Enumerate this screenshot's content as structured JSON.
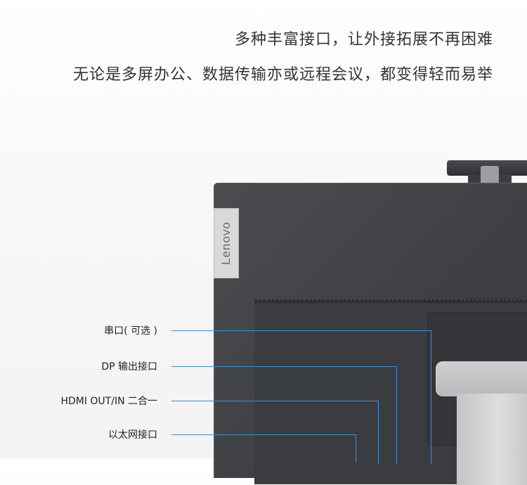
{
  "headline": {
    "line1": "多种丰富接口，让外接拓展不再困难",
    "line2": "无论是多屏办公、数据传输亦或远程会议，都变得轻而易举"
  },
  "product": {
    "logo": "Lenovo"
  },
  "ports": [
    {
      "label": "串口( 可选 )"
    },
    {
      "label": "DP 输出接口"
    },
    {
      "label": "HDMI OUT/IN 二合一"
    },
    {
      "label": "以太网接口"
    }
  ],
  "colors": {
    "accent_line": "#3e8ee0",
    "monitor_body": "#404246",
    "text": "#333333"
  }
}
